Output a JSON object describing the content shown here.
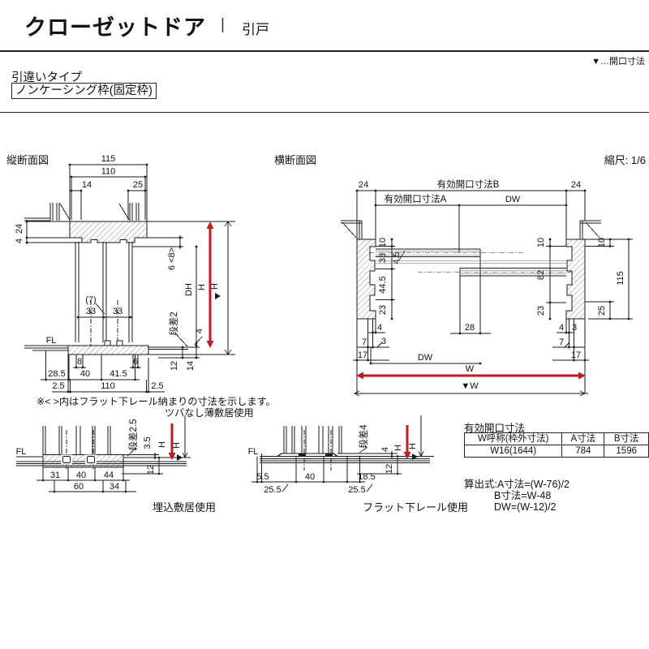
{
  "header": {
    "title": "クローゼットドア",
    "separator": "|",
    "category": "引戸",
    "corner_note": "▼…開口寸法"
  },
  "subtitle": {
    "type_label": "引違いタイプ",
    "frame_label": "ノンケーシング枠(固定枠)"
  },
  "sections": {
    "vertical_label": "縦断面図",
    "horizontal_label": "横断面図",
    "scale_label": "縮尺: 1/6"
  },
  "vs": {
    "d115": "115",
    "d110": "110",
    "d14": "14",
    "d25": "25",
    "d24": "24",
    "d4t": "4",
    "d6_8": "6 <8>",
    "dh": "DH",
    "h1": "H",
    "h2": "H",
    "d7p": "(7)",
    "d33a": "33",
    "d33b": "33",
    "dansa2": "段差2",
    "d4b": "4",
    "fl": "FL",
    "d8": "8",
    "d6": "6",
    "d12": "12",
    "d14b": "14",
    "d28_5": "28.5",
    "d40": "40",
    "d41_5": "41.5",
    "d2_5a": "2.5",
    "d110b": "110",
    "d2_5b": "2.5",
    "note1": "※< >内はフラット下レール納まりの寸法を示します。",
    "note2": "ツバなし薄敷居使用"
  },
  "hs": {
    "d24l": "24",
    "kaikou_b": "有効開口寸法B",
    "d24r": "24",
    "kaikou_a": "有効開口寸法A",
    "dw_top": "DW",
    "d10a": "10",
    "d33": "33",
    "d4_5": "4.5",
    "d44_5": "44.5",
    "d23l": "23",
    "d10b": "10",
    "d82": "82",
    "d23r": "23",
    "d10c": "10",
    "d115": "115",
    "d25": "25",
    "d28": "28",
    "bl4": "4",
    "bl7": "7",
    "bl3": "3",
    "bl17": "17",
    "br4": "4",
    "br3": "3",
    "br7": "7",
    "br17": "17",
    "dw_bottom": "DW",
    "w": "W",
    "w_open": "▼W"
  },
  "dl": {
    "fl": "FL",
    "dansa": "段差2.5",
    "d3_5": "3.5",
    "h1": "H",
    "h2": "H",
    "d12": "12",
    "d31": "31",
    "d40": "40",
    "d44": "44",
    "d60": "60",
    "d34": "34",
    "caption": "埋込敷居使用"
  },
  "dm": {
    "fl": "FL",
    "dansa": "段差4",
    "d4": "4",
    "h1": "H",
    "h2": "H",
    "d12": "12",
    "d5_5": "5.5",
    "d40": "40",
    "d18_5": "18.5",
    "d25_5a": "25.5",
    "d25_5b": "25.5",
    "caption": "フラット下レール使用"
  },
  "table": {
    "title": "有効開口寸法",
    "col1": "W呼称(枠外寸法)",
    "col2": "A寸法",
    "col3": "B寸法",
    "r1c1": "W16(1644)",
    "r1c2": "784",
    "r1c3": "1596"
  },
  "formulas": {
    "line1": "算出式:A寸法=(W-76)/2",
    "line2": "B寸法=W-48",
    "line3": "DW=(W-12)/2"
  },
  "colors": {
    "accent_red": "#c21a1f",
    "line": "#1a1a1a"
  }
}
